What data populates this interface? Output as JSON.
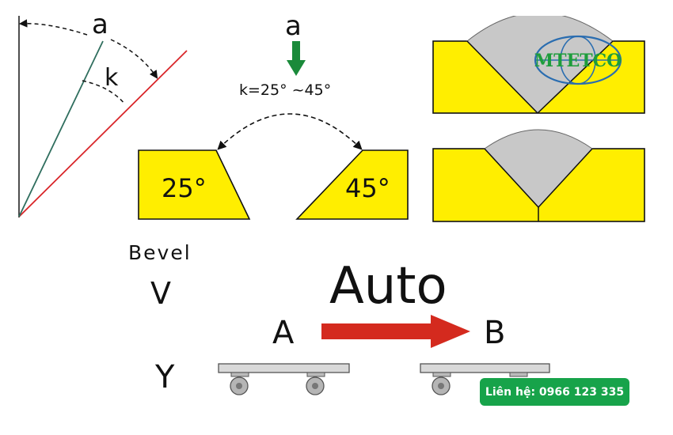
{
  "angle_diagram": {
    "angle_a": "a",
    "angle_k": "k"
  },
  "bevel_info": {
    "arrow_label": "a",
    "range_text": "k=25°  ~45°",
    "left_angle": "25°",
    "right_angle": "45°"
  },
  "logo": {
    "text": "MTETCO"
  },
  "labels": {
    "bevel": "Bevel",
    "v": "V",
    "y": "Y",
    "auto": "Auto",
    "point_a": "A",
    "point_b": "B"
  },
  "contact": {
    "label": "Liên hệ: 0966 123 335"
  },
  "colors": {
    "yellow": "#ffee00",
    "grey": "#c8c8c8",
    "red_arrow": "#d42a1e",
    "green_arrow": "#1a8a3a",
    "contact_bg": "#17a34a",
    "red_line": "#d9262a",
    "teal_line": "#2f6e5e"
  },
  "icons": {
    "down_arrow": "down-arrow-icon",
    "right_arrow": "right-arrow-icon",
    "wheel": "wheel-icon"
  }
}
